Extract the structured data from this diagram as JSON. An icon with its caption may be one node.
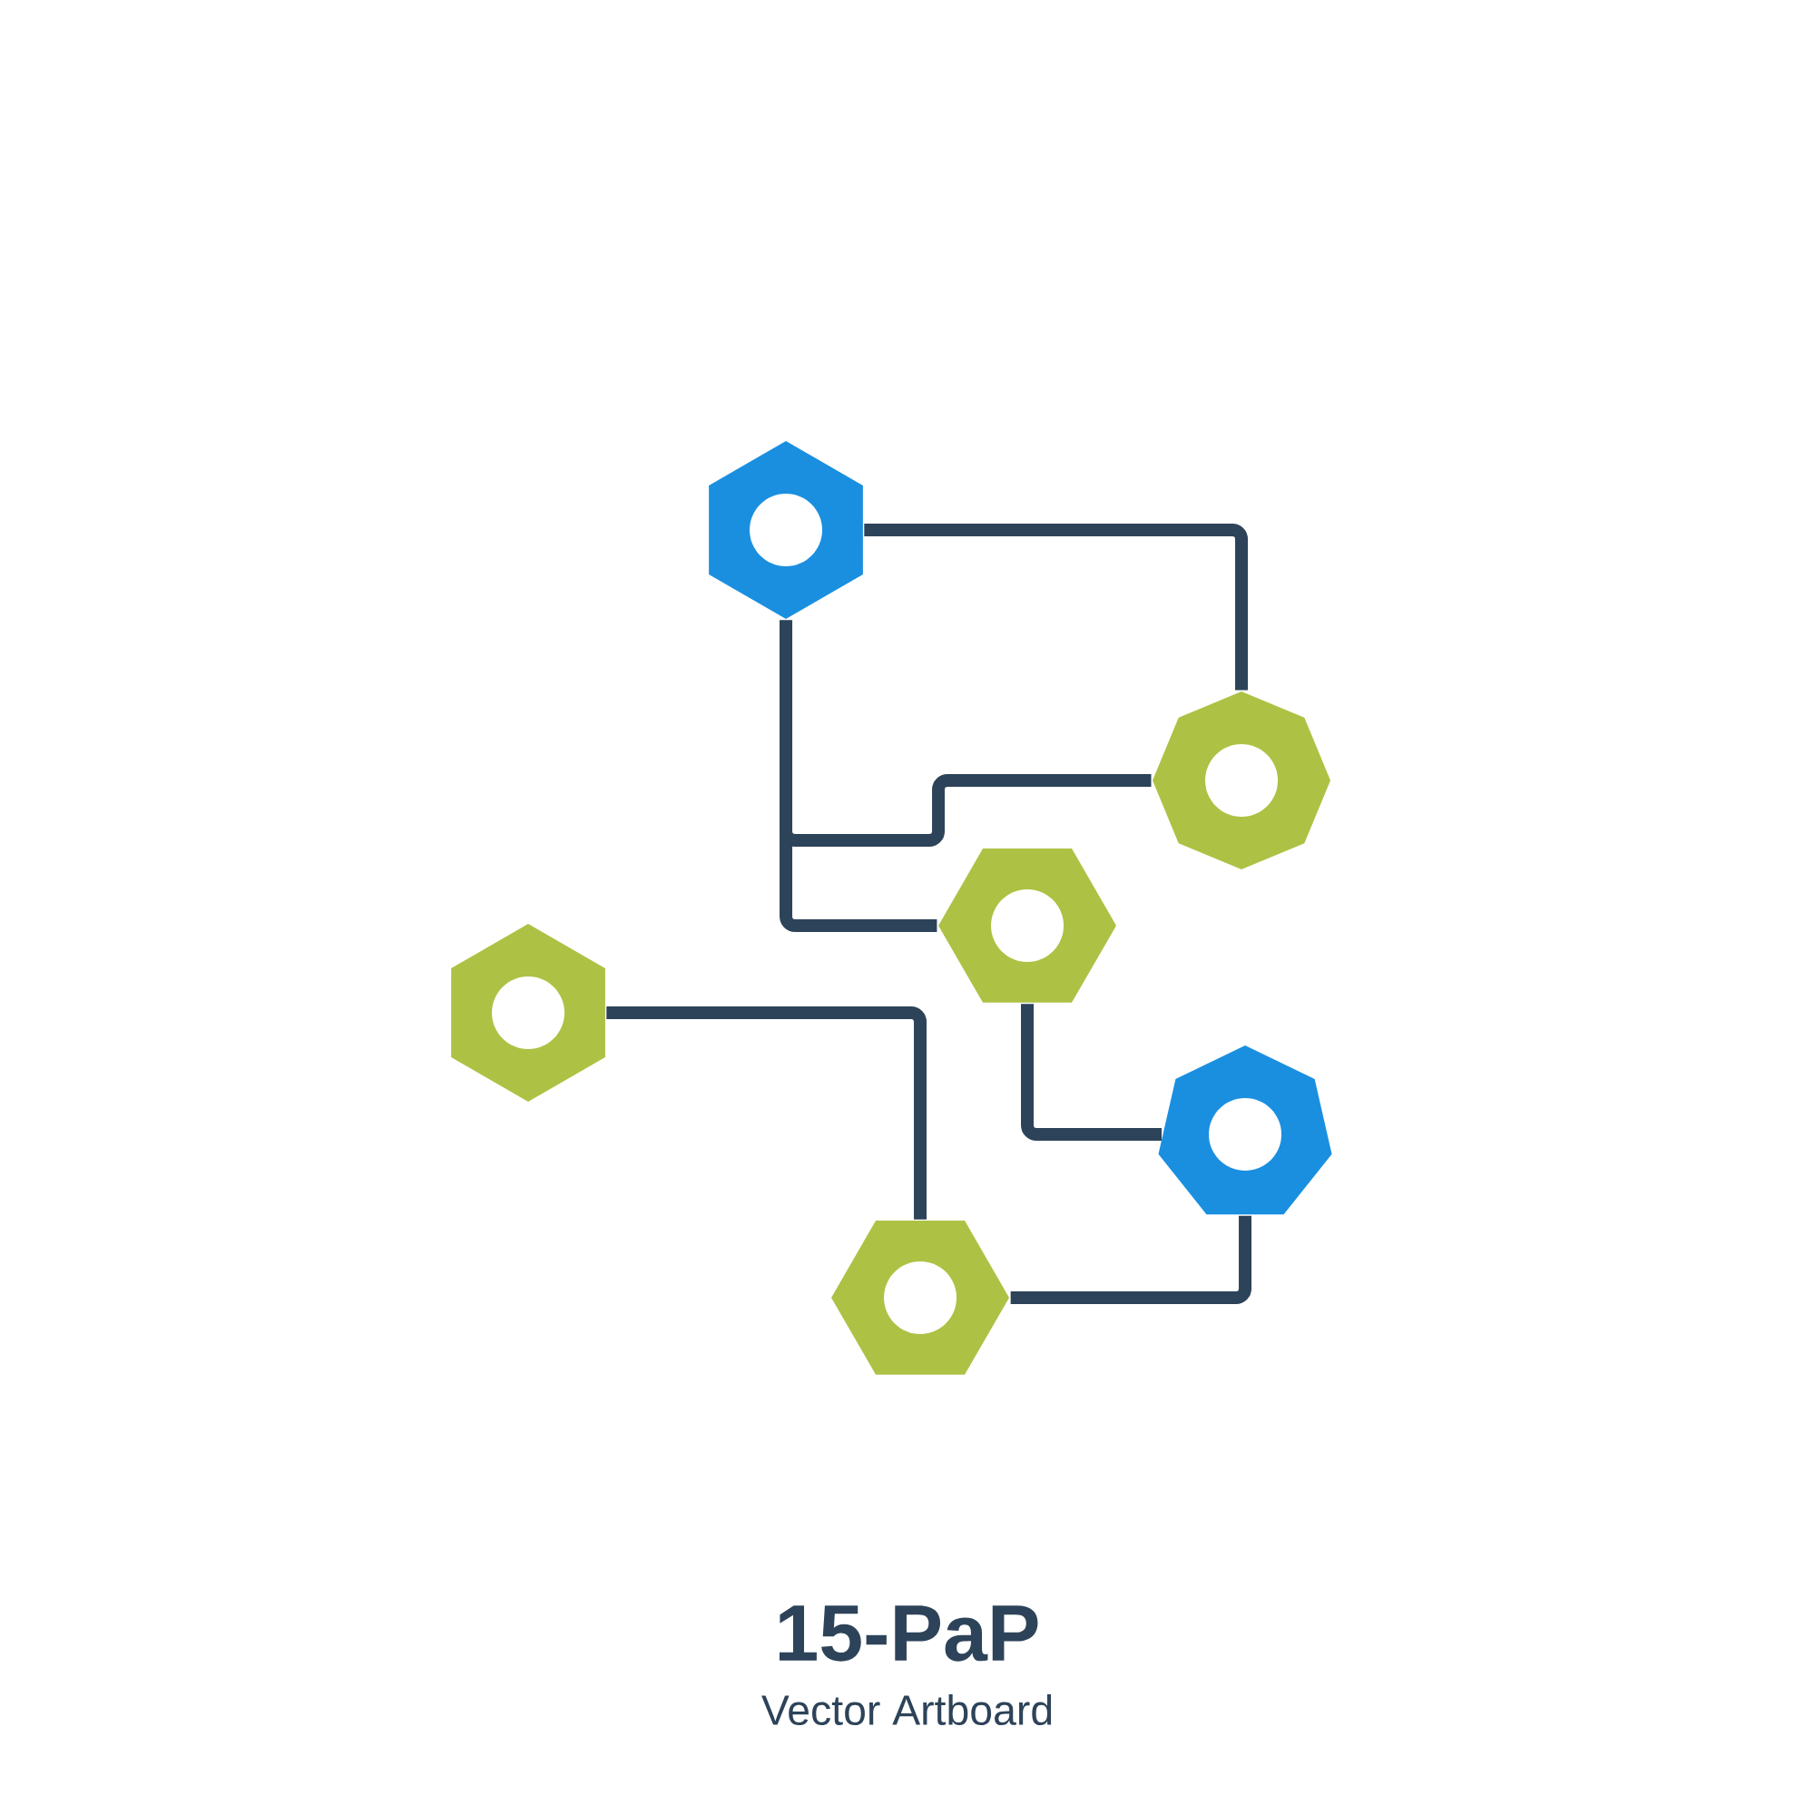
{
  "diagram": {
    "nodes": [
      {
        "text": [],
        "shape": "hexagon"
      },
      {
        "text": [],
        "shape": "octagon"
      },
      {
        "text": [],
        "shape": "hexagon"
      },
      {
        "text": [],
        "shape": "hexagon"
      },
      {
        "text": [],
        "shape": "heptagon"
      },
      {
        "text": [],
        "shape": "hexagon"
      }
    ],
    "edges": [
      {
        "from": 0,
        "to": 1,
        "arrow": "none"
      },
      {
        "from": 0,
        "to": 1,
        "arrow": "none"
      },
      {
        "from": 0,
        "to": 2,
        "arrow": "none"
      },
      {
        "from": 2,
        "to": 4,
        "arrow": "none"
      },
      {
        "from": 3,
        "to": 5,
        "arrow": "none"
      },
      {
        "from": 5,
        "to": 4,
        "arrow": "none"
      }
    ],
    "labels": [
      "15-PaP",
      "Vector Artboard"
    ]
  }
}
